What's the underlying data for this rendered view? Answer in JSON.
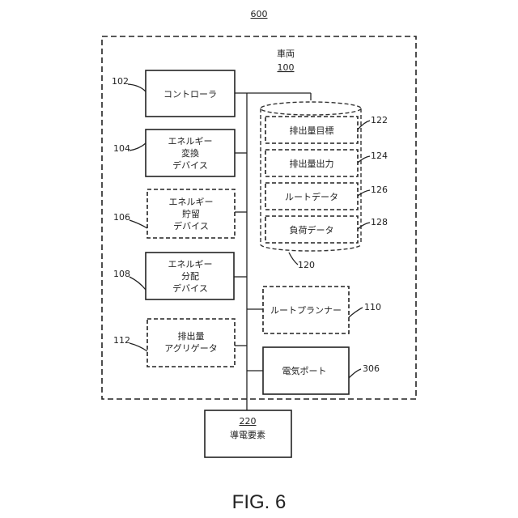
{
  "figure": {
    "system_number": "600",
    "caption": "FIG. 6"
  },
  "vehicle": {
    "label": "車両",
    "number": "100"
  },
  "components": {
    "controller": {
      "label": "コントローラ",
      "number": "102"
    },
    "energy_conversion": {
      "label_lines": [
        "エネルギー",
        "変換",
        "デバイス"
      ],
      "number": "104"
    },
    "energy_storage": {
      "label_lines": [
        "エネルギー",
        "貯留",
        "デバイス"
      ],
      "number": "106"
    },
    "energy_distribution": {
      "label_lines": [
        "エネルギー",
        "分配",
        "デバイス"
      ],
      "number": "108"
    },
    "emission_aggregator": {
      "label_lines": [
        "排出量",
        "アグリゲータ"
      ],
      "number": "112"
    },
    "route_planner": {
      "label": "ルートプランナー",
      "number": "110"
    },
    "electric_port": {
      "label": "電気ポート",
      "number": "306"
    }
  },
  "database": {
    "number": "120",
    "entries": [
      {
        "label": "排出量目標",
        "number": "122"
      },
      {
        "label": "排出量出力",
        "number": "124"
      },
      {
        "label": "ルートデータ",
        "number": "126"
      },
      {
        "label": "負荷データ",
        "number": "128"
      }
    ]
  },
  "conductive_element": {
    "number": "220",
    "label": "導電要素"
  }
}
